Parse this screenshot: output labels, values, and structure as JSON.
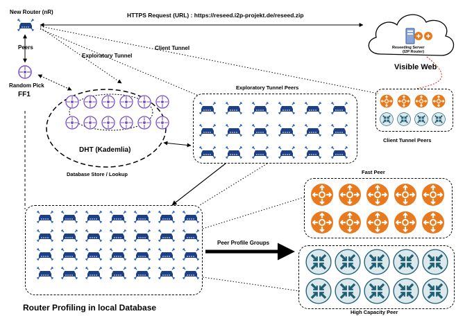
{
  "labels": {
    "new_router": "New Router (nR)",
    "https_request": "HTTPS Request (URL) : https://reseed.i2p-projekt.de/reseed.zip",
    "reseed_server": "Reseeding Server",
    "reseed_server_sub": "(I2P Router)",
    "visible_web": "Visible Web",
    "peers": "Peers",
    "random_pick": "Random Pick",
    "ff1": "FF1",
    "exploratory_tunnel": "Exploratory Tunnel",
    "client_tunnel": "Client Tunnel",
    "exploratory_tunnel_peers": "Exploratory Tunnel Peers",
    "client_tunnel_peers": "Client Tunnel Peers",
    "dht": "DHT (Kademlia)",
    "db_store": "Database Store / Lookup",
    "fast_peer": "Fast Peer",
    "peer_profile_groups": "Peer Profile Groups",
    "router_profiling": "Router Profiling in local Database",
    "high_capacity_peer": "High Capacity Peer"
  },
  "colors": {
    "router_blue": "#1d3f86",
    "arrow_blue": "#2a63c8",
    "purple": "#7b4fc8",
    "orange": "#e87a1e",
    "teal": "#1f5f74",
    "teal_bg": "#dbe8ec",
    "red_dotted": "#e02020"
  },
  "icons": {
    "router": "router-icon",
    "dht_node": "dht-node-icon",
    "fast_peer": "orange-peer-icon",
    "high_capacity": "teal-peer-icon",
    "server": "server-icon",
    "cloud": "cloud-icon"
  }
}
